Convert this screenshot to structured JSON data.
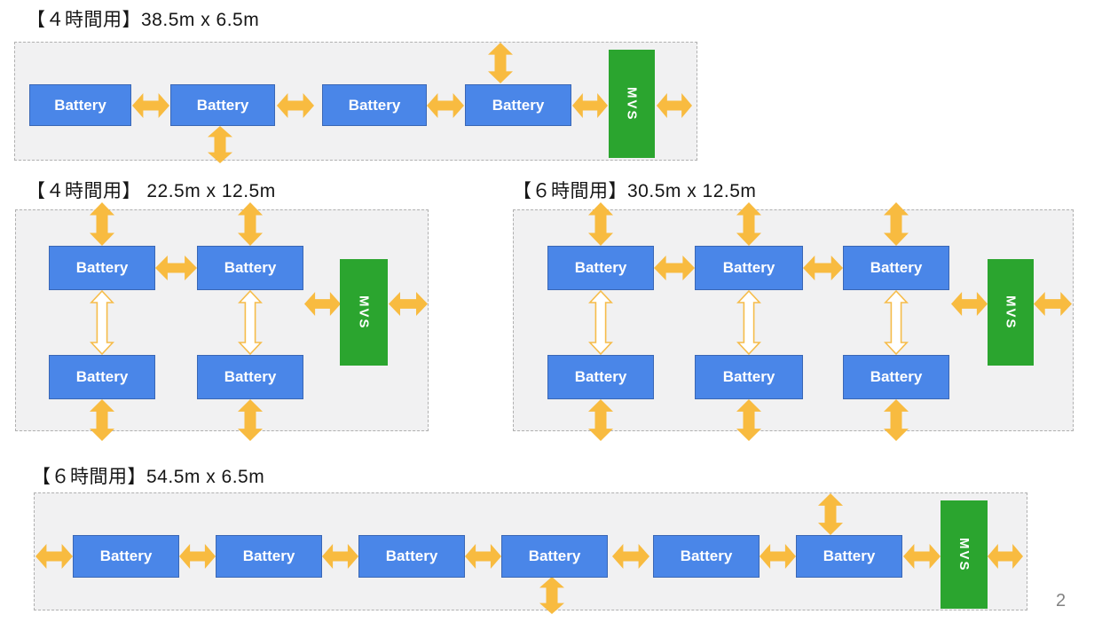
{
  "page_number": "2",
  "labels": {
    "battery": "Battery",
    "mvs": "MVS"
  },
  "colors": {
    "battery_fill": "#4a86e8",
    "battery_border": "#3a67b5",
    "battery_text": "#ffffff",
    "mvs_fill": "#2ba52f",
    "mvs_text": "#ffffff",
    "arrow_yellow": "#f8bb40",
    "panel_bg": "#f1f1f2",
    "panel_dashed_border": "#b0b0b0",
    "title_text": "#161616",
    "page_number_text": "#828282"
  },
  "diagrams": [
    {
      "title": "【４時間用】38.5m x 6.5m",
      "battery_count": 4,
      "rows": 1,
      "layout": "single row of 4 batteries + MVS at right"
    },
    {
      "title": "【４時間用】 22.5m x 12.5m",
      "battery_count": 4,
      "rows": 2,
      "layout": "2x2 grid of batteries + MVS at right center"
    },
    {
      "title": "【６時間用】30.5m x 12.5m",
      "battery_count": 6,
      "rows": 2,
      "layout": "2x3 grid of batteries + MVS at right center"
    },
    {
      "title": "【６時間用】54.5m x 6.5m",
      "battery_count": 6,
      "rows": 1,
      "layout": "single row of 6 batteries + MVS at right"
    }
  ]
}
